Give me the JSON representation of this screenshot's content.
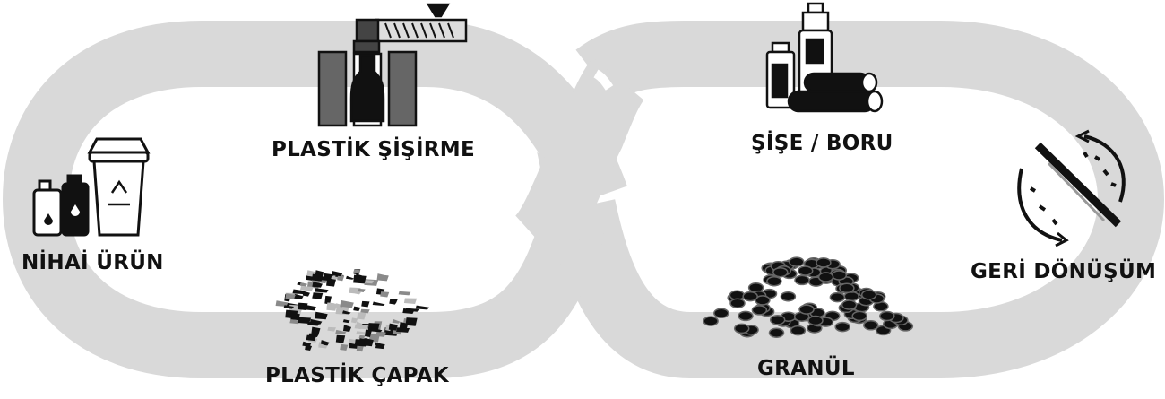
{
  "stages": {
    "blow_molding": "PLASTİK ŞİŞİRME",
    "bottle_pipe": "ŞİŞE / BORU",
    "final_product": "NİHAİ ÜRÜN",
    "recycling": "GERİ DÖNÜŞÜM",
    "plastic_flakes": "PLASTİK ÇAPAK",
    "granule": "GRANÜL"
  },
  "colors": {
    "loop": "#d9d9d9",
    "ink": "#111111",
    "flake_gray": "#8a8a8a"
  },
  "icons": {
    "final_product": "trash-bin-with-bottles-icon",
    "blow_molding": "blow-molding-machine-icon",
    "bottle_pipe": "bottles-and-pipes-icon",
    "recycling": "recycling-shredder-icon",
    "plastic_flakes": "plastic-flakes-pile-icon",
    "granule": "granules-pile-icon"
  }
}
